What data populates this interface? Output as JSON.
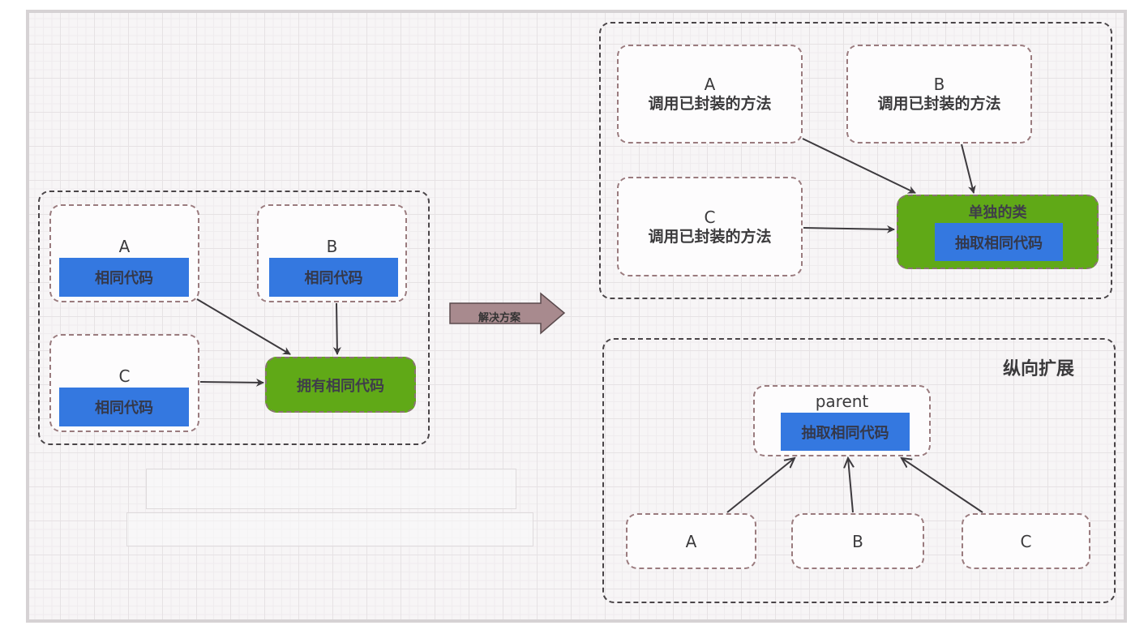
{
  "left_panel": {
    "nodes": [
      {
        "id": "A",
        "title": "A",
        "code_label": "相同代码"
      },
      {
        "id": "B",
        "title": "B",
        "code_label": "相同代码"
      },
      {
        "id": "C",
        "title": "C",
        "code_label": "相同代码"
      }
    ],
    "shared": {
      "label": "拥有相同代码"
    }
  },
  "transition_arrow": {
    "label": "解决方案"
  },
  "right_top_panel": {
    "nodes": [
      {
        "id": "A",
        "title": "A",
        "subtitle": "调用已封装的方法"
      },
      {
        "id": "B",
        "title": "B",
        "subtitle": "调用已封装的方法"
      },
      {
        "id": "C",
        "title": "C",
        "subtitle": "调用已封装的方法"
      }
    ],
    "target": {
      "title": "单独的类",
      "code_label": "抽取相同代码"
    }
  },
  "right_bottom_panel": {
    "heading": "纵向扩展",
    "parent": {
      "title": "parent",
      "code_label": "抽取相同代码"
    },
    "children": [
      {
        "id": "A",
        "title": "A"
      },
      {
        "id": "B",
        "title": "B"
      },
      {
        "id": "C",
        "title": "C"
      }
    ]
  },
  "colors": {
    "green": "#60a917",
    "blue": "#3478e0",
    "arrow_fill": "#a88a8e",
    "dash_border": "#9a7b7e",
    "group_border": "#4a4548"
  }
}
